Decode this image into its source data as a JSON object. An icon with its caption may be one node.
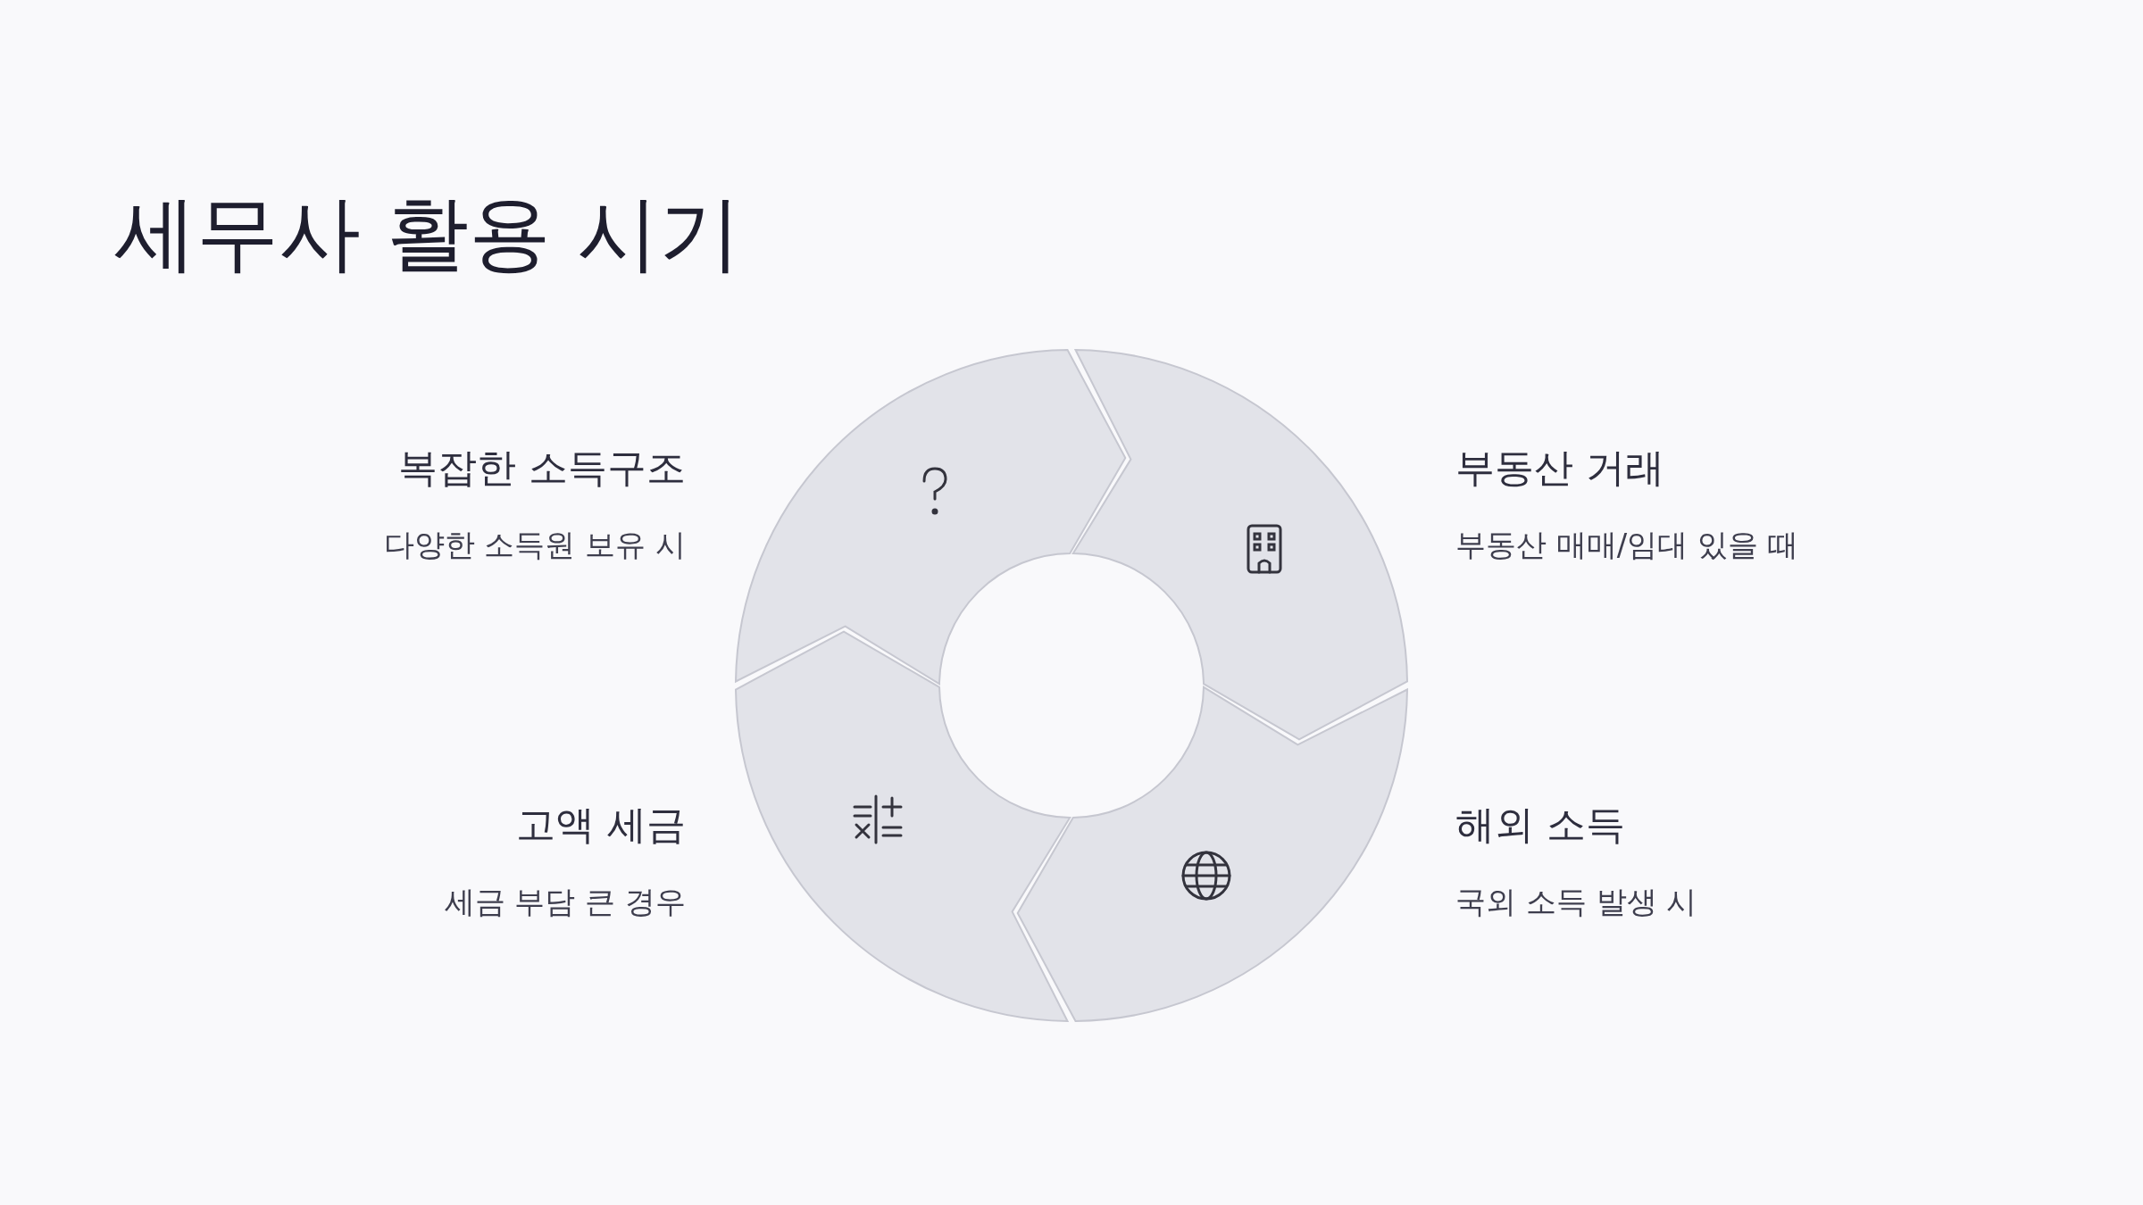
{
  "diagram": {
    "title": "세무사 활용 시기",
    "nodes": [
      {
        "text": [
          "복잡한 소득구조",
          "다양한 소득원 보유 시"
        ]
      },
      {
        "text": [
          "부동산 거래",
          "부동산 매매/임대 있을 때"
        ]
      },
      {
        "text": [
          "고액 세금",
          "세금 부담 큰 경우"
        ]
      },
      {
        "text": [
          "해외 소득",
          "국외 소득 발생 시"
        ]
      }
    ]
  }
}
